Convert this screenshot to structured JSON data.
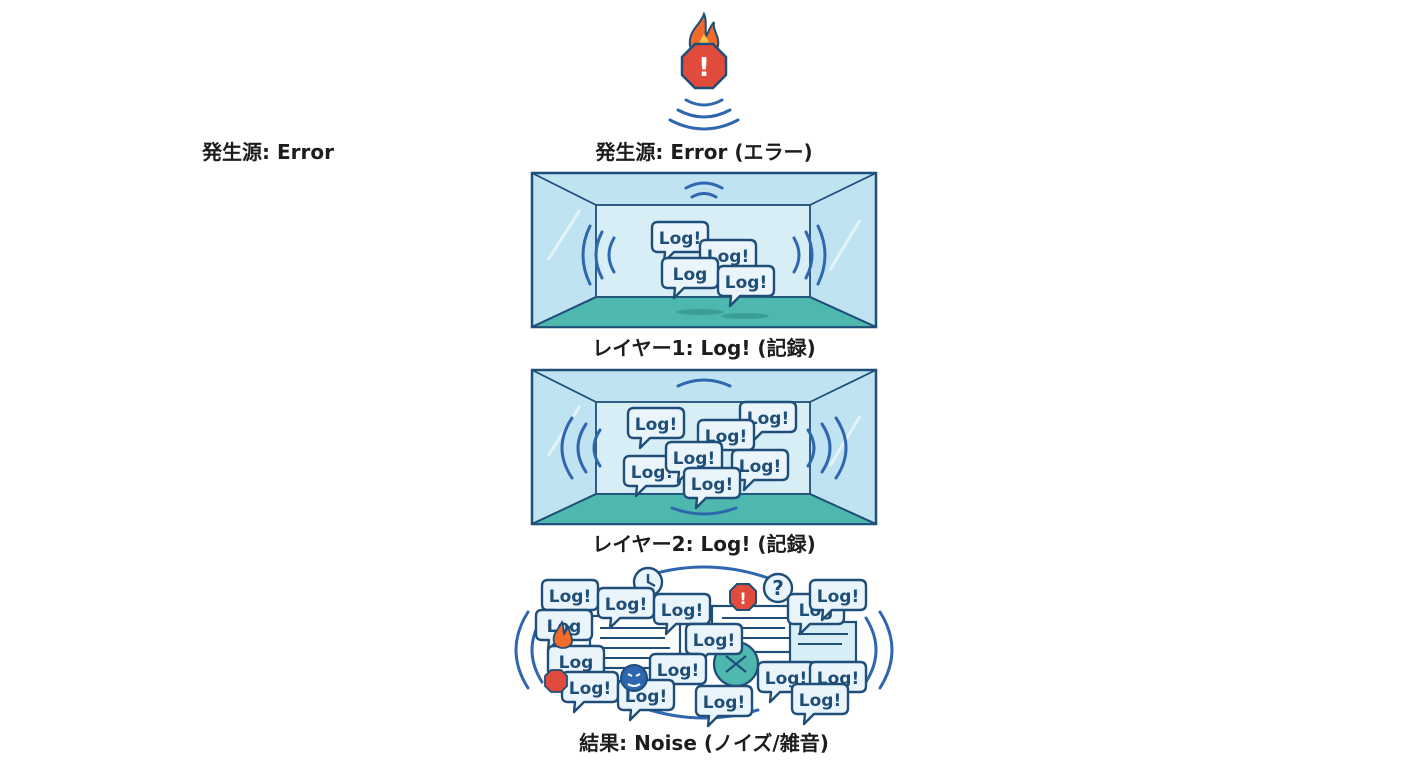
{
  "labels": {
    "left": "発生源: Error",
    "source": "発生源: Error (エラー)",
    "layer1": "レイヤー1: Log! (記録)",
    "layer2": "レイヤー2: Log! (記録)",
    "result": "結果: Noise (ノイズ/雑音)"
  },
  "icons": {
    "source": "fire-warning-icon",
    "bubble_text": "Log!",
    "bubble_text_partial": "Log",
    "warning_mark": "!",
    "question_mark": "?"
  },
  "colors": {
    "wave": "#2f66b0",
    "glass": "#bfe3f1",
    "glass_inner": "#d8eef7",
    "floor": "#4fb8ae",
    "frame": "#1f4e79",
    "warning": "#e04b3c",
    "flame": "#f26b2a",
    "bubble_fill": "#eaf5fb"
  }
}
